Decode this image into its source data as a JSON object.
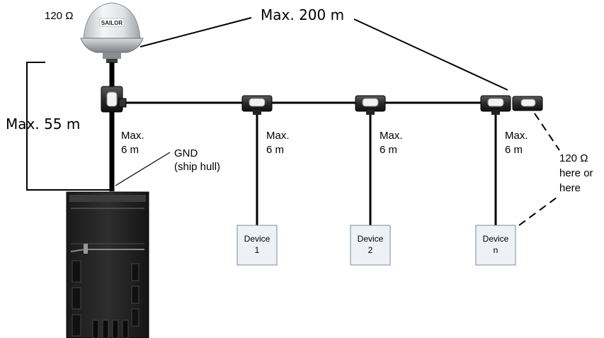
{
  "antenna": {
    "termination": "120 Ω",
    "brand": "SAILOR"
  },
  "labels": {
    "max_bus_length": "Max. 200 m",
    "max_drop_length": "Max. 55 m",
    "drop1": [
      "Max.",
      "6 m"
    ],
    "drop2": [
      "Max.",
      "6 m"
    ],
    "drop3": [
      "Max.",
      "6 m"
    ],
    "drop4": [
      "Max.",
      "6 m"
    ],
    "gnd": [
      "GND",
      "(ship hull)"
    ],
    "termination_note": [
      "120 Ω",
      "here or",
      "here"
    ]
  },
  "devices": [
    {
      "line1": "Device",
      "line2": "1"
    },
    {
      "line1": "Device",
      "line2": "2"
    },
    {
      "line1": "Device",
      "line2": "n"
    }
  ]
}
